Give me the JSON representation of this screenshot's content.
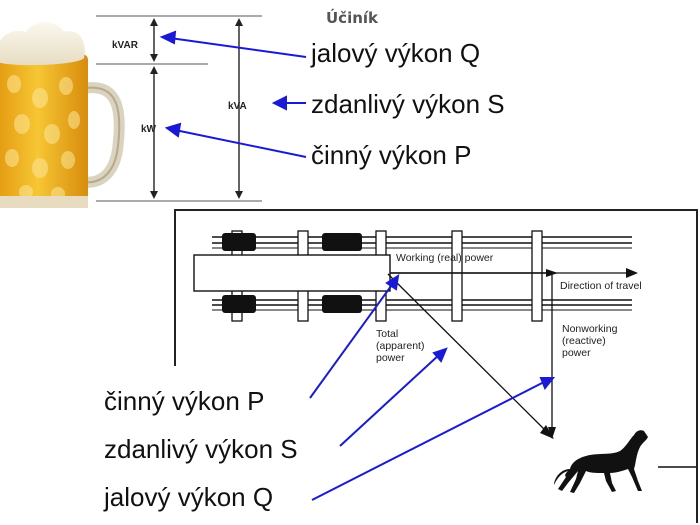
{
  "title": "Účiník",
  "beer_diagram": {
    "kvar_label": "kVAR",
    "kva_label": "kVA",
    "kw_label": "kW"
  },
  "right_labels": {
    "reactive": "jalový výkon Q",
    "apparent": "zdanlivý výkon S",
    "real": "činný výkon P"
  },
  "horse_diagram": {
    "working": "Working (real) power",
    "direction": "Direction of travel",
    "total": [
      "Total",
      "(apparent)",
      "power"
    ],
    "nonworking": [
      "Nonworking",
      "(reactive)",
      "power"
    ]
  },
  "lower_labels": {
    "real": "činný výkon P",
    "apparent": "zdanlivý výkon S",
    "reactive": "jalový výkon Q"
  },
  "colors": {
    "pointer_arrows": "#1a1ad6",
    "beer": "#f0b21a",
    "foam": "#f6f1e2"
  }
}
